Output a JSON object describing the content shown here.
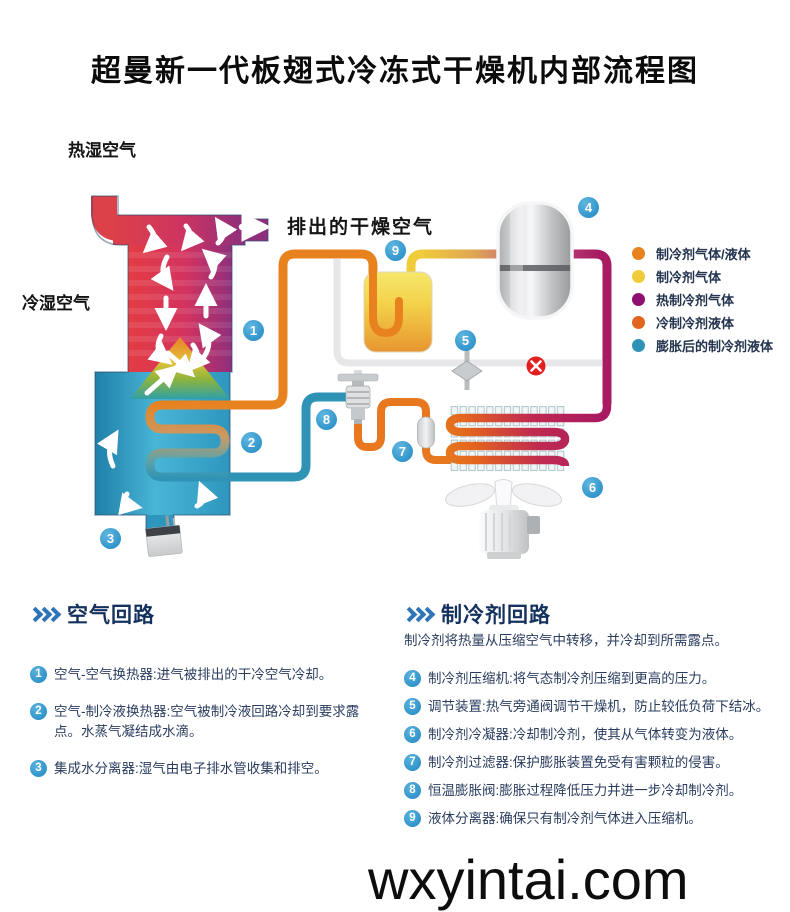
{
  "title": "超曼新一代板翅式冷冻式干燥机内部流程图",
  "watermark": "wxyintai.com",
  "diagram": {
    "labels": {
      "hot_humid_air": "热湿空气",
      "cold_humid_air": "冷湿空气",
      "dry_air_out": "排出的干燥空气"
    },
    "badges": [
      "1",
      "2",
      "3",
      "4",
      "5",
      "6",
      "7",
      "8",
      "9"
    ],
    "legend": [
      {
        "label": "制冷剂气体/液体",
        "color": "#E8821F"
      },
      {
        "label": "制冷剂气体",
        "color": "#F0CC3A"
      },
      {
        "label": "热制冷剂气体",
        "color": "#8E0F70"
      },
      {
        "label": "冷制冷剂液体",
        "color": "#E2641E"
      },
      {
        "label": "膨胀后的制冷剂液体",
        "color": "#2E93B4"
      }
    ]
  },
  "sections": {
    "air": {
      "title": "空气回路",
      "items": [
        {
          "num": "1",
          "text": "空气-空气换热器:进气被排出的干冷空气冷却。"
        },
        {
          "num": "2",
          "text": "空气-制冷液换热器:空气被制冷液回路冷却到要求露点。水蒸气凝结成水滴。"
        },
        {
          "num": "3",
          "text": "集成水分离器:湿气由电子排水管收集和排空。"
        }
      ]
    },
    "refrigerant": {
      "title": "制冷剂回路",
      "subtitle": "制冷剂将热量从压缩空气中转移，并冷却到所需露点。",
      "items": [
        {
          "num": "4",
          "text": "制冷剂压缩机:将气态制冷剂压缩到更高的压力。"
        },
        {
          "num": "5",
          "text": "调节装置:热气旁通阀调节干燥机，防止较低负荷下结冰。"
        },
        {
          "num": "6",
          "text": "制冷剂冷凝器:冷却制冷剂，使其从气体转变为液体。"
        },
        {
          "num": "7",
          "text": "制冷剂过滤器:保护膨胀装置免受有害颗粒的侵害。"
        },
        {
          "num": "8",
          "text": "恒温膨胀阀:膨胀过程降低压力并进一步冷却制冷剂。"
        },
        {
          "num": "9",
          "text": "液体分离器:确保只有制冷剂气体进入压缩机。"
        }
      ]
    }
  }
}
